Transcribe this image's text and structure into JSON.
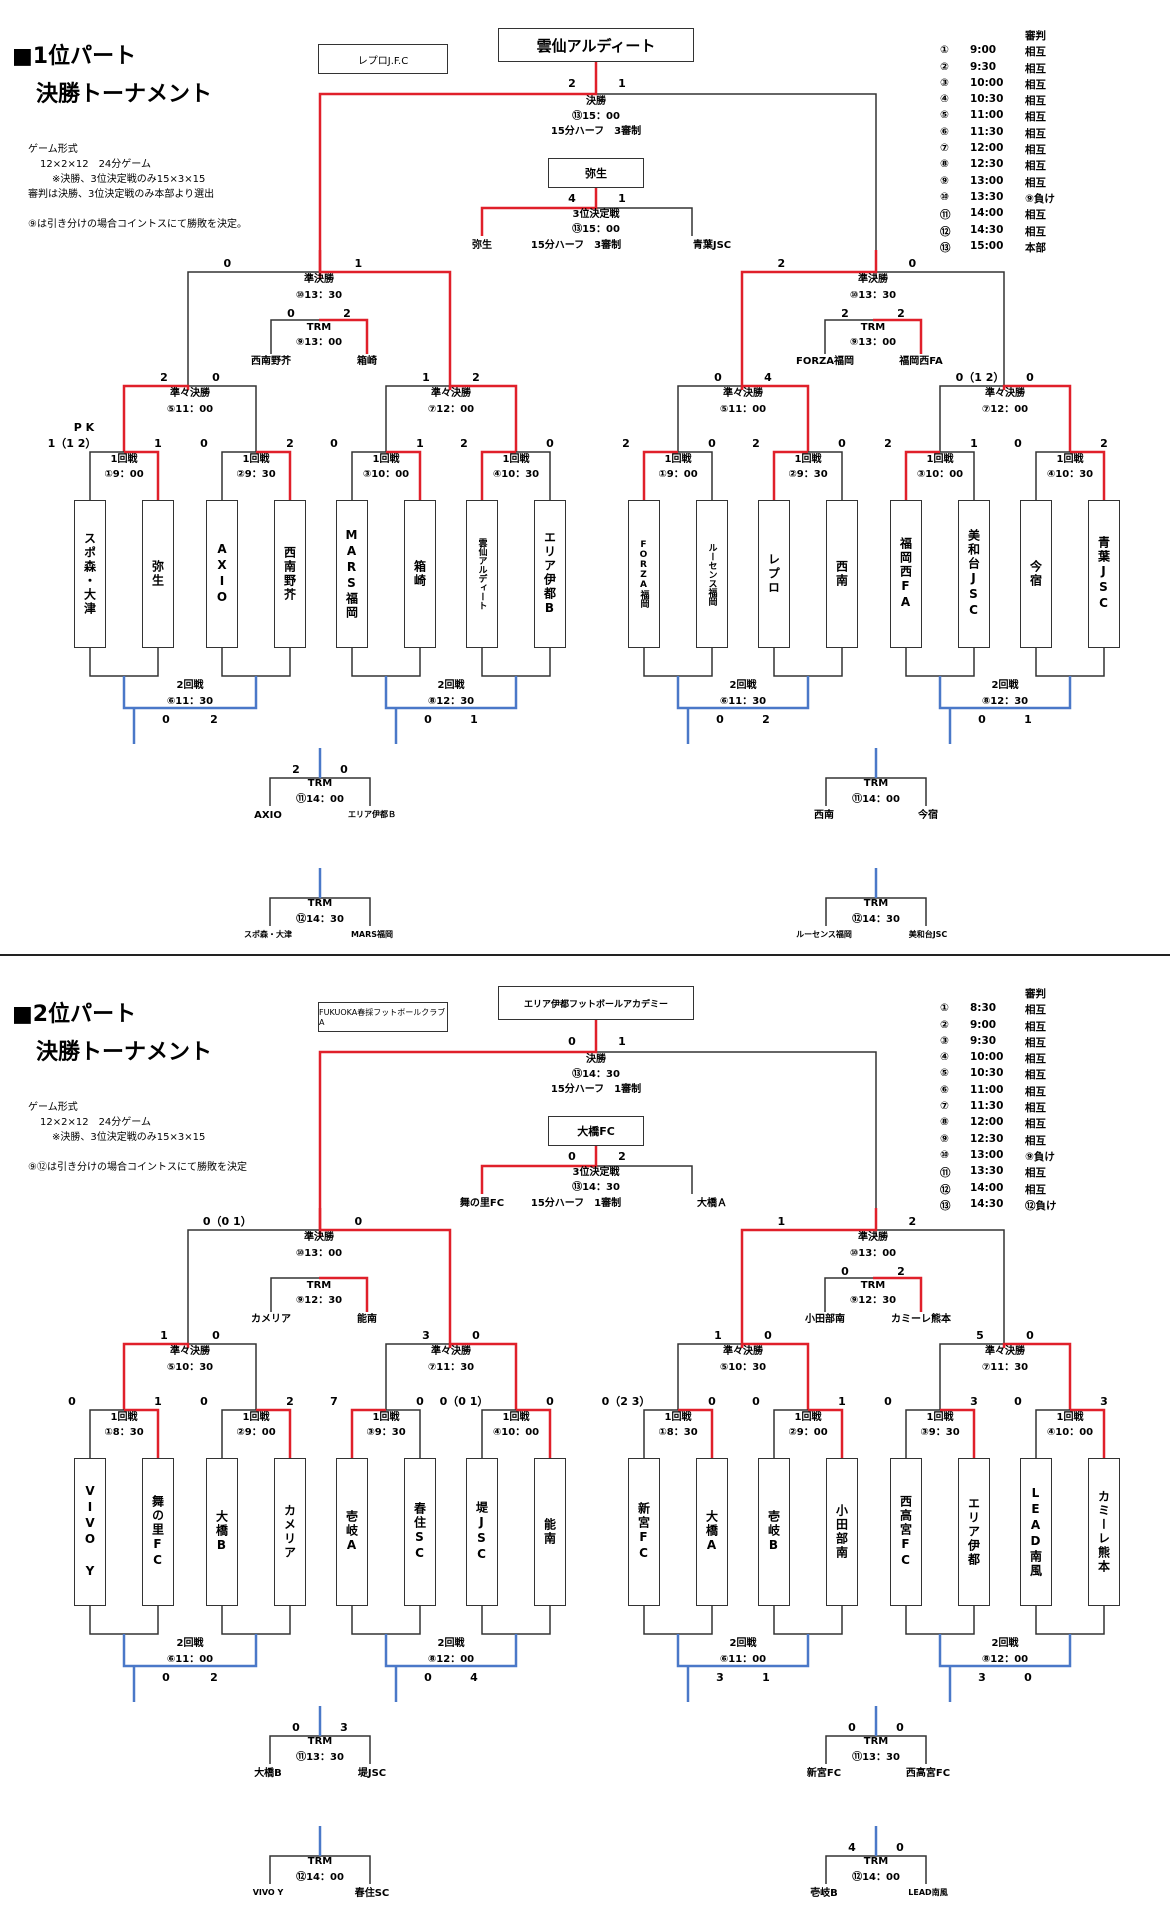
{
  "colors": {
    "winner_line": "#e0202a",
    "loser_line": "#4a78c8",
    "line": "#333333"
  },
  "part1": {
    "title": "■1位パート",
    "subtitle": "決勝トーナメント",
    "rules": [
      "ゲーム形式",
      "12×2×12　24分ゲーム",
      "※決勝、3位決定戦のみ15×3×15",
      "審判は決勝、3位決定戦のみ本部より選出",
      "",
      "⑨は引き分けの場合コイントスにて勝敗を決定。"
    ],
    "schedule_header": "審判",
    "schedule": [
      {
        "no": "①",
        "time": "9:00",
        "ref": "相互"
      },
      {
        "no": "②",
        "time": "9:30",
        "ref": "相互"
      },
      {
        "no": "③",
        "time": "10:00",
        "ref": "相互"
      },
      {
        "no": "④",
        "time": "10:30",
        "ref": "相互"
      },
      {
        "no": "⑤",
        "time": "11:00",
        "ref": "相互"
      },
      {
        "no": "⑥",
        "time": "11:30",
        "ref": "相互"
      },
      {
        "no": "⑦",
        "time": "12:00",
        "ref": "相互"
      },
      {
        "no": "⑧",
        "time": "12:30",
        "ref": "相互"
      },
      {
        "no": "⑨",
        "time": "13:00",
        "ref": "相互"
      },
      {
        "no": "⑩",
        "time": "13:30",
        "ref": "⑨負け"
      },
      {
        "no": "⑪",
        "time": "14:00",
        "ref": "相互"
      },
      {
        "no": "⑫",
        "time": "14:30",
        "ref": "相互"
      },
      {
        "no": "⑬",
        "time": "15:00",
        "ref": "本部"
      }
    ],
    "champion": "雲仙アルディート",
    "runner_up": "レプロJ.F.C",
    "final": {
      "label": "決勝",
      "time": "⑬15：00",
      "format": "15分ハーフ　3審制",
      "left_score": "2",
      "right_score": "1"
    },
    "third_winner": "弥生",
    "third": {
      "label": "3位決定戦",
      "time": "⑬15：00",
      "format": "15分ハーフ　3審制",
      "left": "弥生",
      "right": "青葉JSC",
      "left_score": "4",
      "right_score": "1"
    },
    "semi_left": {
      "label": "準決勝",
      "time": "⑩13：30",
      "ls": "0",
      "rs": "1"
    },
    "semi_right": {
      "label": "準決勝",
      "time": "⑩13：30",
      "ls": "2",
      "rs": "0"
    },
    "trm_semi_left": {
      "label": "TRM",
      "time": "⑨13：00",
      "left": "西南野芥",
      "right": "箱崎",
      "ls": "0",
      "rs": "2"
    },
    "trm_semi_right": {
      "label": "TRM",
      "time": "⑨13：00",
      "left": "FORZA福岡",
      "right": "福岡西FA",
      "ls": "2",
      "rs": "2"
    },
    "qf": [
      {
        "label": "準々決勝",
        "time": "⑤11：00",
        "ls": "2",
        "rs": "0"
      },
      {
        "label": "準々決勝",
        "time": "⑦12：00",
        "ls": "1",
        "rs": "2"
      },
      {
        "label": "準々決勝",
        "time": "⑤11：00",
        "ls": "0",
        "rs": "4"
      },
      {
        "label": "準々決勝",
        "time": "⑦12：00",
        "ls": "0（1 2）",
        "rs": "0"
      }
    ],
    "r1": [
      {
        "label": "1回戦",
        "time": "①9：00",
        "ls": "1（1 2）",
        "rs": "1",
        "pk": "P K"
      },
      {
        "label": "1回戦",
        "time": "②9：30",
        "ls": "0",
        "rs": "2",
        "pk": ""
      },
      {
        "label": "1回戦",
        "time": "③10：00",
        "ls": "0",
        "rs": "1",
        "pk": ""
      },
      {
        "label": "1回戦",
        "time": "④10：30",
        "ls": "2",
        "rs": "0",
        "pk": ""
      },
      {
        "label": "1回戦",
        "time": "①9：00",
        "ls": "2",
        "rs": "0",
        "pk": ""
      },
      {
        "label": "1回戦",
        "time": "②9：30",
        "ls": "2",
        "rs": "0",
        "pk": ""
      },
      {
        "label": "1回戦",
        "time": "③10：00",
        "ls": "2",
        "rs": "1",
        "pk": ""
      },
      {
        "label": "1回戦",
        "time": "④10：30",
        "ls": "0",
        "rs": "2",
        "pk": ""
      }
    ],
    "teams": [
      "スポ森・大津",
      "弥生",
      "AXIO",
      "西南野芥",
      "MARS福岡",
      "箱崎",
      "雲仙アルディート",
      "エリア伊都B",
      "FORZA福岡",
      "ルーセンス福岡",
      "レプロ",
      "西南",
      "福岡西FA",
      "美和台JSC",
      "今宿",
      "青葉JSC"
    ],
    "r2": [
      {
        "label": "2回戦",
        "time": "⑥11：30",
        "ls": "0",
        "rs": "2"
      },
      {
        "label": "2回戦",
        "time": "⑧12：30",
        "ls": "0",
        "rs": "1"
      },
      {
        "label": "2回戦",
        "time": "⑥11：30",
        "ls": "0",
        "rs": "2"
      },
      {
        "label": "2回戦",
        "time": "⑧12：30",
        "ls": "0",
        "rs": "1"
      }
    ],
    "trm_bottom": [
      {
        "label": "TRM",
        "time": "⑪14：00",
        "left": "AXIO",
        "right": "エリア伊都Ｂ",
        "ls": "2",
        "rs": "0"
      },
      {
        "label": "TRM",
        "time": "⑪14：00",
        "left": "西南",
        "right": "今宿",
        "ls": "",
        "rs": ""
      },
      {
        "label": "TRM",
        "time": "⑫14：30",
        "left": "スポ森・大津",
        "right": "MARS福岡",
        "ls": "",
        "rs": ""
      },
      {
        "label": "TRM",
        "time": "⑫14：30",
        "left": "ルーセンス福岡",
        "right": "美和台JSC",
        "ls": "",
        "rs": ""
      }
    ]
  },
  "part2": {
    "title": "■2位パート",
    "subtitle": "決勝トーナメント",
    "rules": [
      "ゲーム形式",
      "12×2×12　24分ゲーム",
      "※決勝、3位決定戦のみ15×3×15",
      "",
      "⑨⑫は引き分けの場合コイントスにて勝敗を決定"
    ],
    "schedule_header": "審判",
    "schedule": [
      {
        "no": "①",
        "time": "8:30",
        "ref": "相互"
      },
      {
        "no": "②",
        "time": "9:00",
        "ref": "相互"
      },
      {
        "no": "③",
        "time": "9:30",
        "ref": "相互"
      },
      {
        "no": "④",
        "time": "10:00",
        "ref": "相互"
      },
      {
        "no": "⑤",
        "time": "10:30",
        "ref": "相互"
      },
      {
        "no": "⑥",
        "time": "11:00",
        "ref": "相互"
      },
      {
        "no": "⑦",
        "time": "11:30",
        "ref": "相互"
      },
      {
        "no": "⑧",
        "time": "12:00",
        "ref": "相互"
      },
      {
        "no": "⑨",
        "time": "12:30",
        "ref": "相互"
      },
      {
        "no": "⑩",
        "time": "13:00",
        "ref": "⑨負け"
      },
      {
        "no": "⑪",
        "time": "13:30",
        "ref": "相互"
      },
      {
        "no": "⑫",
        "time": "14:00",
        "ref": "相互"
      },
      {
        "no": "⑬",
        "time": "14:30",
        "ref": "⑫負け"
      }
    ],
    "champion": "エリア伊都フットボールアカデミー",
    "runner_up": "FUKUOKA春採フットボールクラブA",
    "final": {
      "label": "決勝",
      "time": "⑬14：30",
      "format": "15分ハーフ　1審制",
      "left_score": "0",
      "right_score": "1"
    },
    "third_winner": "大橋FC",
    "third": {
      "label": "3位決定戦",
      "time": "⑬14：30",
      "format": "15分ハーフ　1審制",
      "left": "舞の里FC",
      "right": "大橋Ａ",
      "left_score": "0",
      "right_score": "2"
    },
    "semi_left": {
      "label": "準決勝",
      "time": "⑩13：00",
      "ls": "0（0 1）",
      "rs": "0"
    },
    "semi_right": {
      "label": "準決勝",
      "time": "⑩13：00",
      "ls": "1",
      "rs": "2"
    },
    "trm_semi_left": {
      "label": "TRM",
      "time": "⑨12：30",
      "left": "カメリア",
      "right": "能南",
      "ls": "",
      "rs": ""
    },
    "trm_semi_right": {
      "label": "TRM",
      "time": "⑨12：30",
      "left": "小田部南",
      "right": "カミーレ熊本",
      "ls": "0",
      "rs": "2"
    },
    "qf": [
      {
        "label": "準々決勝",
        "time": "⑤10：30",
        "ls": "1",
        "rs": "0"
      },
      {
        "label": "準々決勝",
        "time": "⑦11：30",
        "ls": "3",
        "rs": "0"
      },
      {
        "label": "準々決勝",
        "time": "⑤10：30",
        "ls": "1",
        "rs": "0"
      },
      {
        "label": "準々決勝",
        "time": "⑦11：30",
        "ls": "5",
        "rs": "0"
      }
    ],
    "r1": [
      {
        "label": "1回戦",
        "time": "①8：30",
        "ls": "0",
        "rs": "1",
        "pk": ""
      },
      {
        "label": "1回戦",
        "time": "②9：00",
        "ls": "0",
        "rs": "2",
        "pk": ""
      },
      {
        "label": "1回戦",
        "time": "③9：30",
        "ls": "7",
        "rs": "0",
        "pk": ""
      },
      {
        "label": "1回戦",
        "time": "④10：00",
        "ls": "0（0 1）",
        "rs": "0",
        "pk": ""
      },
      {
        "label": "1回戦",
        "time": "①8：30",
        "ls": "0（2 3）",
        "rs": "0",
        "pk": ""
      },
      {
        "label": "1回戦",
        "time": "②9：00",
        "ls": "0",
        "rs": "1",
        "pk": ""
      },
      {
        "label": "1回戦",
        "time": "③9：30",
        "ls": "0",
        "rs": "3",
        "pk": ""
      },
      {
        "label": "1回戦",
        "time": "④10：00",
        "ls": "0",
        "rs": "3",
        "pk": ""
      }
    ],
    "teams": [
      "VIVO Y",
      "舞の里FC",
      "大橋B",
      "カメリア",
      "壱岐A",
      "春住SC",
      "堤JSC",
      "能南",
      "新宮FC",
      "大橋A",
      "壱岐B",
      "小田部南",
      "西高宮FC",
      "エリア伊都",
      "LEAD南風",
      "カミーレ熊本"
    ],
    "r2": [
      {
        "label": "2回戦",
        "time": "⑥11：00",
        "ls": "0",
        "rs": "2"
      },
      {
        "label": "2回戦",
        "time": "⑧12：00",
        "ls": "0",
        "rs": "4"
      },
      {
        "label": "2回戦",
        "time": "⑥11：00",
        "ls": "3",
        "rs": "1"
      },
      {
        "label": "2回戦",
        "time": "⑧12：00",
        "ls": "3",
        "rs": "0"
      }
    ],
    "trm_bottom": [
      {
        "label": "TRM",
        "time": "⑪13：30",
        "left": "大橋B",
        "right": "堤JSC",
        "ls": "0",
        "rs": "3"
      },
      {
        "label": "TRM",
        "time": "⑪13：30",
        "left": "新宮FC",
        "right": "西高宮FC",
        "ls": "0",
        "rs": "0"
      },
      {
        "label": "TRM",
        "time": "⑫14：00",
        "left": "VIVO Y",
        "right": "春住SC",
        "ls": "",
        "rs": ""
      },
      {
        "label": "TRM",
        "time": "⑫14：00",
        "left": "壱岐B",
        "right": "LEAD南風",
        "ls": "4",
        "rs": "0"
      }
    ]
  }
}
